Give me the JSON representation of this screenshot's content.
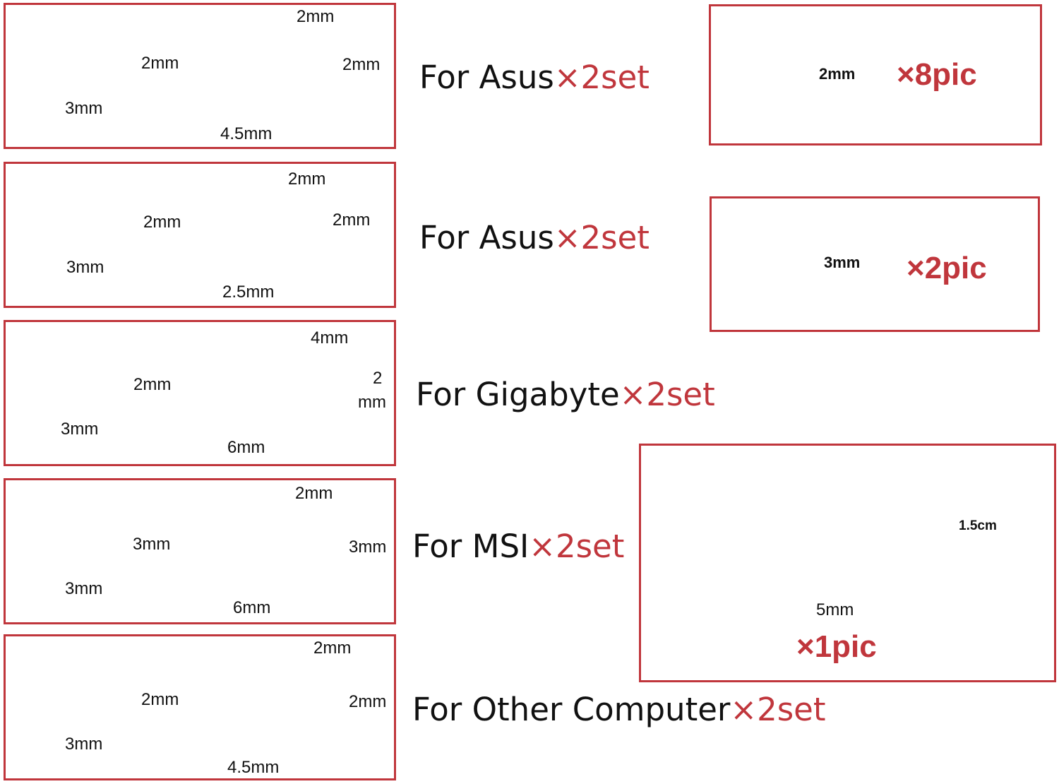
{
  "rows": [
    {
      "title": "For Asus",
      "qty": "×2set",
      "screw_height": "2mm",
      "screw_length": "3mm",
      "standoff_length": "4.5mm",
      "thread_length": "2mm",
      "thread_height": "2mm"
    },
    {
      "title": "For Asus",
      "qty": "×2set",
      "screw_height": "2mm",
      "screw_length": "3mm",
      "standoff_length": "2.5mm",
      "thread_length": "2mm",
      "thread_height": "2mm"
    },
    {
      "title": "For Gigabyte",
      "qty": "×2set",
      "screw_height": "2mm",
      "screw_length": "3mm",
      "standoff_length": "6mm",
      "thread_length": "4mm",
      "thread_height_a": "2",
      "thread_height_b": "mm"
    },
    {
      "title": "For MSI",
      "qty": "×2set",
      "screw_height": "3mm",
      "screw_length": "3mm",
      "standoff_length": "6mm",
      "thread_length": "2mm",
      "thread_height": "3mm"
    },
    {
      "title": "For Other Computer",
      "qty": "×2set",
      "screw_height": "2mm",
      "screw_length": "3mm",
      "standoff_length": "4.5mm",
      "thread_length": "2mm",
      "thread_height": "2mm"
    }
  ],
  "washers": [
    {
      "hole_label": "2mm",
      "count": "×8pic"
    },
    {
      "hole_label": "3mm",
      "count": "×2pic"
    }
  ],
  "tool": {
    "ring_label": "1.5cm",
    "length_label": "5mm",
    "count": "×1pic"
  },
  "colors": {
    "frame": "#c0363c",
    "accent": "#c0363c",
    "washer": "#c4472a",
    "silver": "#c9c9c9",
    "brass": "#c9a04a",
    "tool": "#1a1a1a"
  }
}
